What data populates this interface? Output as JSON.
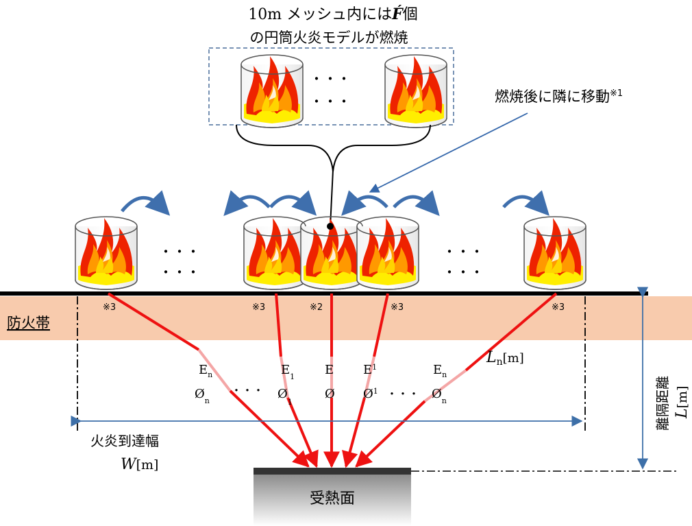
{
  "top_caption": {
    "line1_prefix": "10m メッシュ内には",
    "line1_symbol": "F́",
    "line1_suffix": "個",
    "line2": "の円筒火炎モデルが燃焼"
  },
  "ellipsis_top": "・・・",
  "ellipsis_row": "・・・",
  "move_label": "燃焼後に隣に移動",
  "move_note": "※1",
  "firebreak_label": "防火帯",
  "markers": [
    "※3",
    "※3",
    "※2",
    "※3",
    "※3"
  ],
  "ray_labels": {
    "e_n_left": "E",
    "e_n_left_sub": "n",
    "phi_n_left": "Ø",
    "phi_n_left_sub": "n",
    "e_1_left": "E",
    "e_1_left_sub": "1",
    "phi_1_left": "Ø",
    "phi_1_left_sub": "1",
    "e_center": "E",
    "phi_center": "Ø",
    "e_1_right": "E",
    "e_1_right_sub": "1",
    "phi_1_right": "Ø",
    "phi_1_right_sub": "1",
    "e_n_right": "E",
    "e_n_right_sub": "n",
    "phi_n_right": "Ø",
    "phi_n_right_sub": "n",
    "dots": "・・・"
  },
  "distance_ray_label": {
    "symbol": "L",
    "sub": "n",
    "unit": "[m]"
  },
  "width_label": {
    "text": "火炎到達幅",
    "symbol": "W",
    "unit": "[m]"
  },
  "separation_label": {
    "text": "離隔距離",
    "symbol": "L",
    "unit": "[m]"
  },
  "receiver_label": "受熱面",
  "colors": {
    "firebreak": "#f8cbad",
    "ray_red": "#ee1111",
    "ray_pink": "#f4a6a6",
    "arrow_blue": "#3366aa",
    "dim_blue": "#3d6fa8",
    "curly_blue": "#3f6fad",
    "flame_red": "#ee2200",
    "flame_orange": "#ff9900",
    "flame_yellow": "#ffee00"
  }
}
